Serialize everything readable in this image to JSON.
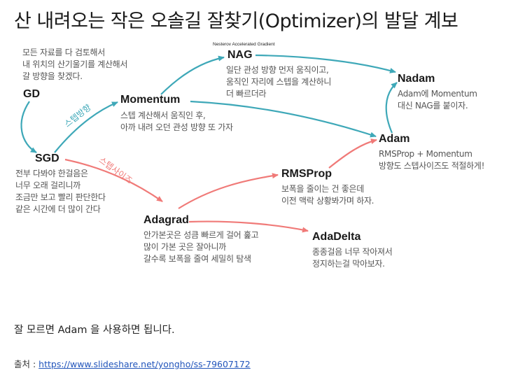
{
  "title": "산 내려오는 작은 오솔길 잘찾기(Optimizer)의 발달 계보",
  "nodes": {
    "gd": {
      "name": "GD",
      "desc": "모든 자료를 다 검토해서\n내 위치의 산기울기를 계산해서\n갈 방향을 찾겠다."
    },
    "sgd": {
      "name": "SGD",
      "desc": "전부 다봐야 한걸음은\n너무 오래 걸리니까\n조금만 보고 빨리 판단한다\n같은 시간에 더 많이 간다"
    },
    "momentum": {
      "name": "Momentum",
      "desc": "스텝 계산해서 움직인 후,\n아까 내려 오던 관성 방향 또 가자"
    },
    "nag": {
      "name": "NAG",
      "subtitle": "Nesterov Accelerated Gradient",
      "desc": "일단 관성 방향 먼저 움직이고,\n움직인 자리에 스텝을 계산하니\n더 빠르더라"
    },
    "nadam": {
      "name": "Nadam",
      "desc": "Adam에 Momentum\n대신 NAG를 붙이자."
    },
    "adam": {
      "name": "Adam",
      "desc": "RMSProp + Momentum\n방향도 스텝사이즈도 적절하게!"
    },
    "rmsprop": {
      "name": "RMSProp",
      "desc": "보폭을 줄이는 건 좋은데\n이전 맥락 상황봐가며 하자."
    },
    "adagrad": {
      "name": "Adagrad",
      "desc": "안가본곳은 성큼 빠르게 걸어 훑고\n많이 가본 곳은 잘아니까\n갈수록 보폭을 줄여 세밀히 탐색"
    },
    "adadelta": {
      "name": "AdaDelta",
      "desc": "종종걸음 너무 작아져서\n정지하는걸 막아보자."
    }
  },
  "edge_labels": {
    "direction": "스텝방향",
    "stepsize": "스텝사이즈"
  },
  "colors": {
    "direction": "#3ea8b8",
    "stepsize": "#f07a78"
  },
  "footer": {
    "note": "잘 모르면 Adam 을 사용하면 됩니다.",
    "source_prefix": "출처 : ",
    "source_link": "https://www.slideshare.net/yongho/ss-79607172"
  }
}
